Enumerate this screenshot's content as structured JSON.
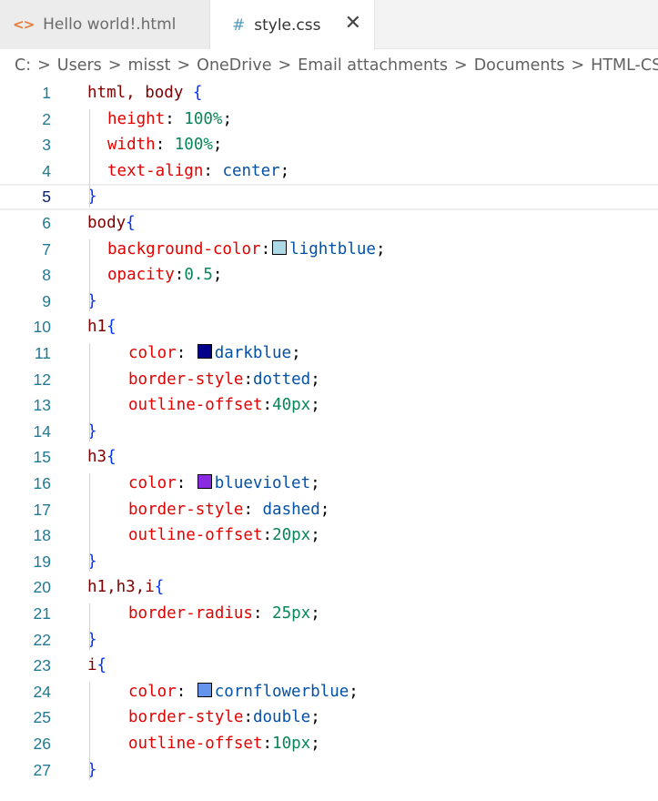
{
  "tabs": [
    {
      "icon": "<>",
      "label": "Hello world!.html",
      "active": false
    },
    {
      "icon": "#",
      "label": "style.css",
      "active": true,
      "close": "✕"
    }
  ],
  "breadcrumb": [
    "C:",
    "Users",
    "misst",
    "OneDrive",
    "Email attachments",
    "Documents",
    "HTML-CSS-JS"
  ],
  "breadcrumb_separator": ">",
  "colors": {
    "selector": "#800000",
    "property": "#e50000",
    "number": "#098658",
    "keyword": "#0451a5",
    "brace": "#0431fa",
    "line_number": "#237893",
    "lightblue": "#add8e6",
    "darkblue": "#00008b",
    "blueviolet": "#8a2be2",
    "cornflowerblue": "#6495ed"
  },
  "editor": {
    "current_line": 5,
    "lines": [
      {
        "n": "1",
        "sel": "html, body ",
        "brace": "{"
      },
      {
        "n": "2",
        "prop": "height",
        "sep": ": ",
        "val": "100%",
        "end": ";"
      },
      {
        "n": "3",
        "prop": "width",
        "sep": ": ",
        "val": "100%",
        "end": ";"
      },
      {
        "n": "4",
        "prop": "text-align",
        "sep": ": ",
        "kw": "center",
        "end": ";"
      },
      {
        "n": "5",
        "brace": "}"
      },
      {
        "n": "6",
        "sel": "body",
        "brace": "{"
      },
      {
        "n": "7",
        "prop": "background-color",
        "sep": ":",
        "kw": "lightblue",
        "end": ";"
      },
      {
        "n": "8",
        "prop": "opacity",
        "sep": ":",
        "val": "0.5",
        "end": ";"
      },
      {
        "n": "9",
        "brace": "}"
      },
      {
        "n": "10",
        "sel": "h1",
        "brace": "{"
      },
      {
        "n": "11",
        "prop": "color",
        "sep": ": ",
        "kw": "darkblue",
        "end": ";"
      },
      {
        "n": "12",
        "prop": "border-style",
        "sep": ":",
        "kw": "dotted",
        "end": ";"
      },
      {
        "n": "13",
        "prop": "outline-offset",
        "sep": ":",
        "val": "40px",
        "end": ";"
      },
      {
        "n": "14",
        "brace": "}"
      },
      {
        "n": "15",
        "sel": "h3",
        "brace": "{"
      },
      {
        "n": "16",
        "prop": "color",
        "sep": ": ",
        "kw": "blueviolet",
        "end": ";"
      },
      {
        "n": "17",
        "prop": "border-style",
        "sep": ": ",
        "kw": "dashed",
        "end": ";"
      },
      {
        "n": "18",
        "prop": "outline-offset",
        "sep": ":",
        "val": "20px",
        "end": ";"
      },
      {
        "n": "19",
        "brace": "}"
      },
      {
        "n": "20",
        "sel": "h1,h3,i",
        "brace": "{"
      },
      {
        "n": "21",
        "prop": "border-radius",
        "sep": ": ",
        "val": "25px",
        "end": ";"
      },
      {
        "n": "22",
        "brace": "}"
      },
      {
        "n": "23",
        "sel": "i",
        "brace": "{"
      },
      {
        "n": "24",
        "prop": "color",
        "sep": ": ",
        "kw": "cornflowerblue",
        "end": ";"
      },
      {
        "n": "25",
        "prop": "border-style",
        "sep": ":",
        "kw": "double",
        "end": ";"
      },
      {
        "n": "26",
        "prop": "outline-offset",
        "sep": ":",
        "val": "10px",
        "end": ";"
      },
      {
        "n": "27",
        "brace": "}"
      }
    ]
  }
}
